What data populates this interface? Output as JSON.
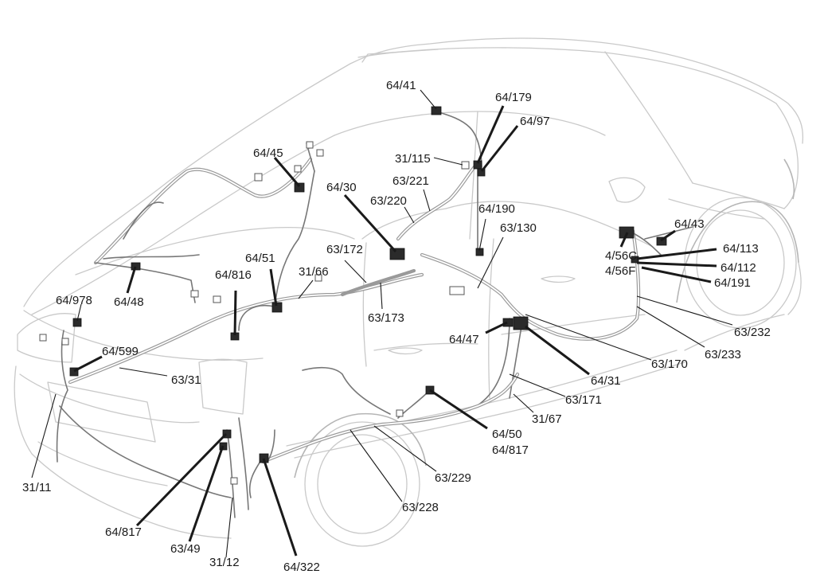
{
  "labels": {
    "l_64_41": "64/41",
    "l_64_179": "64/179",
    "l_64_97": "64/97",
    "l_31_115": "31/115",
    "l_64_45": "64/45",
    "l_63_221": "63/221",
    "l_64_30": "64/30",
    "l_63_220": "63/220",
    "l_64_190": "64/190",
    "l_64_43": "64/43",
    "l_63_130": "63/130",
    "l_64_113": "64/113",
    "l_4_56c": "4/56C",
    "l_64_112": "64/112",
    "l_4_56f": "4/56F",
    "l_64_191": "64/191",
    "l_64_51": "64/51",
    "l_63_172": "63/172",
    "l_31_66": "31/66",
    "l_64_816": "64/816",
    "l_64_978": "64/978",
    "l_64_48": "64/48",
    "l_63_173": "63/173",
    "l_63_232": "63/232",
    "l_64_599": "64/599",
    "l_64_47": "64/47",
    "l_63_233": "63/233",
    "l_63_31": "63/31",
    "l_63_170": "63/170",
    "l_64_31": "64/31",
    "l_63_171": "63/171",
    "l_31_67": "31/67",
    "l_64_50": "64/50",
    "l_64_817_b": "64/817",
    "l_63_229": "63/229",
    "l_31_11": "31/11",
    "l_63_228": "63/228",
    "l_64_817_a": "64/817",
    "l_63_49": "63/49",
    "l_31_12": "31/12",
    "l_64_322": "64/322"
  }
}
